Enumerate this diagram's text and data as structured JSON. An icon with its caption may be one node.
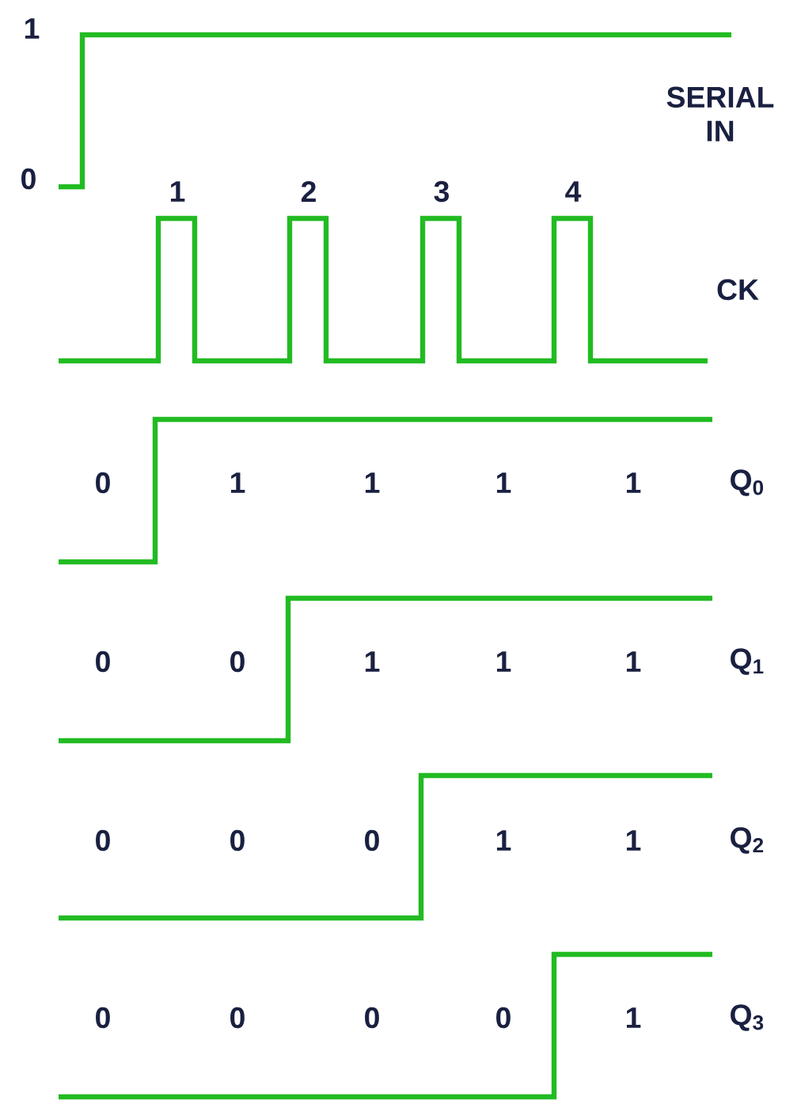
{
  "diagram": {
    "labels": [
      "1",
      "SERIAL IN",
      "0",
      "1",
      "2",
      "3",
      "4",
      "CK",
      "0",
      "1",
      "1",
      "1",
      "1",
      "Q$_{0}$",
      "0",
      "0",
      "1",
      "1",
      "1",
      "Q$_{1}$",
      "0",
      "0",
      "0",
      "1",
      "1",
      "Q$_{2}$",
      "0",
      "0",
      "0",
      "0",
      "1",
      "Q$_{3}$"
    ]
  }
}
